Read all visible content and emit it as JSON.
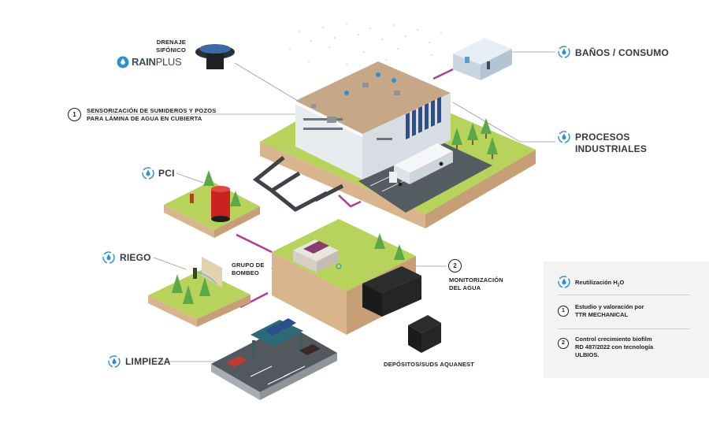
{
  "labels": {
    "drenaje": "DRENAJE SIFÓNICO",
    "drenaje_l1": "DRENAJE",
    "drenaje_l2": "SIFÓNICO",
    "rainplus_a": "RAIN",
    "rainplus_b": "PLUS",
    "sensorizacion_l1": "SENSORIZACIÓN DE SUMIDEROS Y POZOS",
    "sensorizacion_l2": "PARA LÁMINA DE AGUA EN CUBIERTA",
    "banos": "BAÑOS / CONSUMO",
    "procesos_l1": "PROCESOS",
    "procesos_l2": "INDUSTRIALES",
    "pci": "PCI",
    "riego": "RIEGO",
    "grupo_l1": "GRUPO DE",
    "grupo_l2": "BOMBEO",
    "monitor_l1": "MONITORIZACIÓN",
    "monitor_l2": "DEL AGUA",
    "limpieza": "LIMPIEZA",
    "depositos": "DEPÓSITOS/SUDS AQUANEST",
    "num1": "1",
    "num2": "2"
  },
  "legend": {
    "reutilizacion": "Reutilización H",
    "reutilizacion_sub": "2",
    "reutilizacion_end": "O",
    "item1_num": "1",
    "item1_l1": "Estudio y valoración por",
    "item1_l2": "TTR MECHANICAL",
    "item2_num": "2",
    "item2_l1": "Control crecimiento biofilm",
    "item2_l2": "RD 487/2022 con tecnología",
    "item2_l3": "ULBIOS."
  },
  "colors": {
    "accent_blue": "#2f8fd0",
    "grass": "#a9cc52",
    "soil": "#d8b48c",
    "pipe_pink": "#b03d8f",
    "pipe_dark": "#3d4348"
  },
  "icons": [
    "water-drop-icon",
    "number-circle-icon",
    "rainplus-logo-icon"
  ]
}
